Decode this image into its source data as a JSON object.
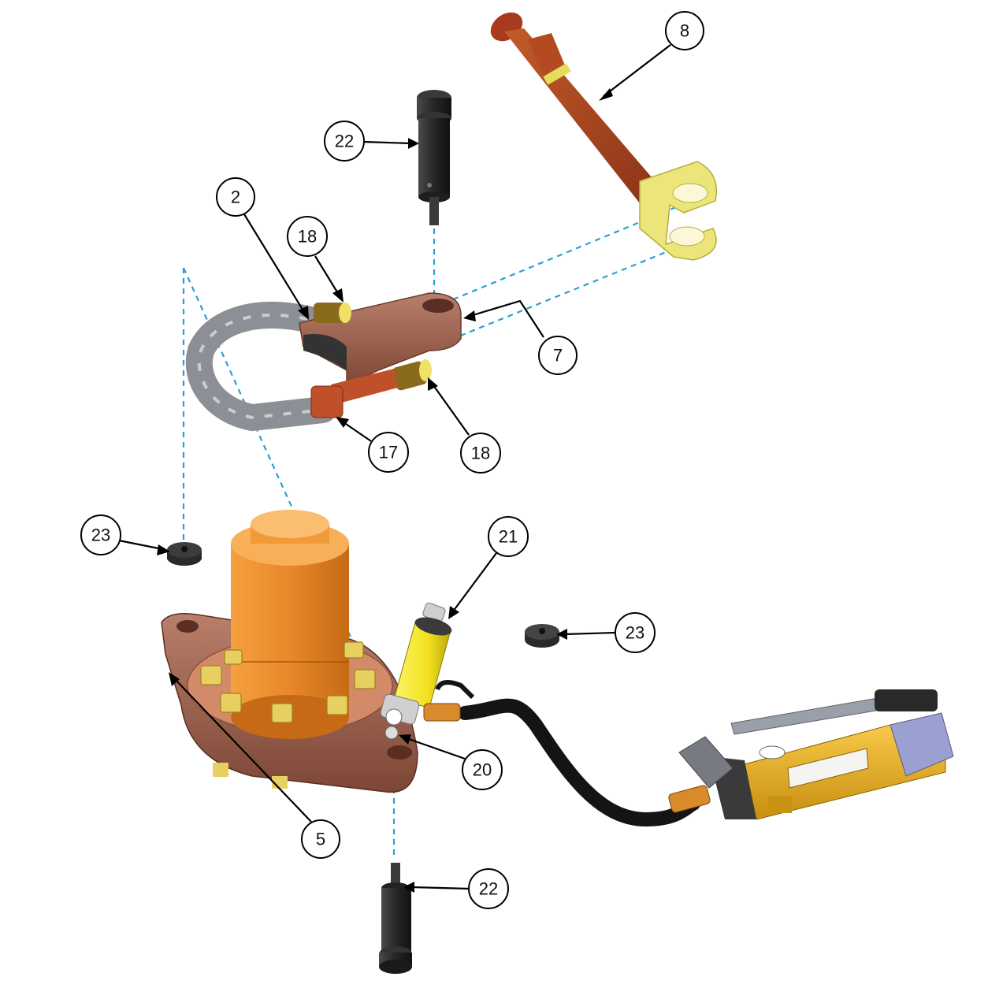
{
  "figure": {
    "balloons": [
      {
        "id": "b8",
        "label": "8"
      },
      {
        "id": "b22a",
        "label": "22"
      },
      {
        "id": "b2",
        "label": "2"
      },
      {
        "id": "b18a",
        "label": "18"
      },
      {
        "id": "b7",
        "label": "7"
      },
      {
        "id": "b17",
        "label": "17"
      },
      {
        "id": "b18b",
        "label": "18"
      },
      {
        "id": "b23a",
        "label": "23"
      },
      {
        "id": "b21",
        "label": "21"
      },
      {
        "id": "b23b",
        "label": "23"
      },
      {
        "id": "b20",
        "label": "20"
      },
      {
        "id": "b5",
        "label": "5"
      },
      {
        "id": "b22b",
        "label": "22"
      }
    ]
  },
  "colors": {
    "dashed_line": "#2a9fd6",
    "housing_orange": "#e8882a",
    "base_bronze": "#9a5f4a",
    "cylinder_yellow": "#f2e11e",
    "pump_body": "#e8b020",
    "pin_black": "#262626",
    "chain_grey": "#8c8f96",
    "bracket_yellow": "#ece57a"
  }
}
